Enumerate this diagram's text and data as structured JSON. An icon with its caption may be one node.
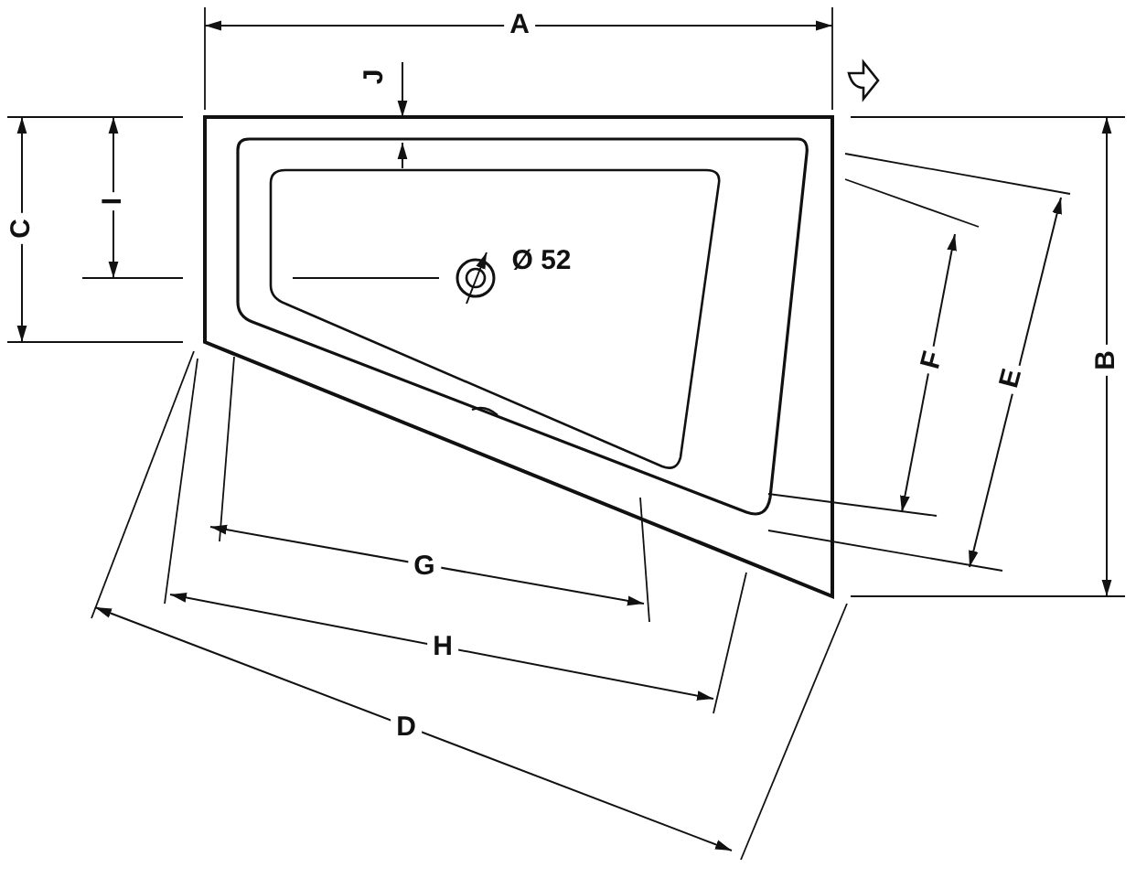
{
  "diagram": {
    "labels": [
      "A",
      "J",
      "C",
      "I",
      "Ø 52",
      "F",
      "E",
      "B",
      "G",
      "H",
      "D"
    ]
  }
}
